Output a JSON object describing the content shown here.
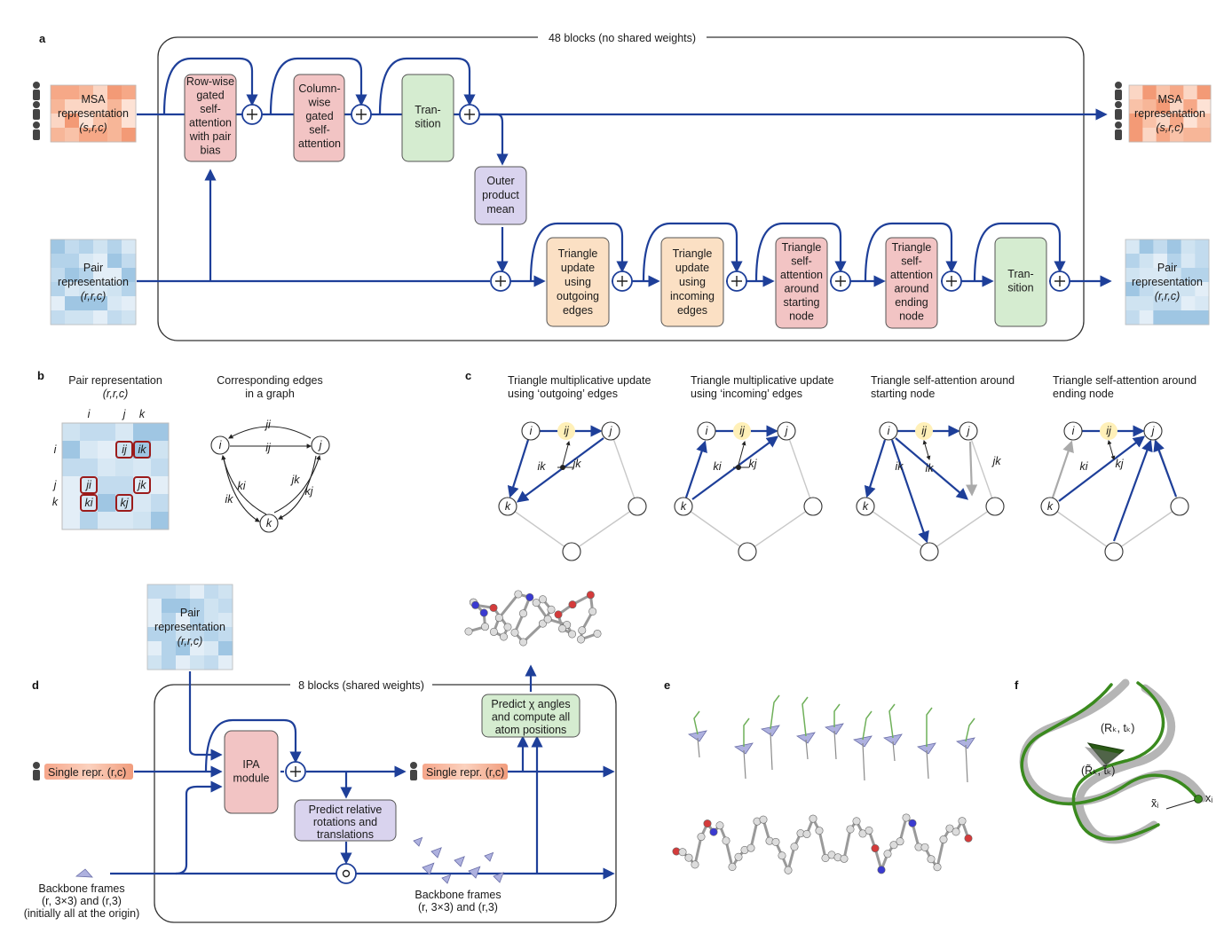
{
  "panels": {
    "a": "a",
    "b": "b",
    "c": "c",
    "d": "d",
    "e": "e",
    "f": "f"
  },
  "panel_a": {
    "block_title": "48 blocks (no shared weights)",
    "msa_in": [
      "MSA",
      "representation",
      "(s,r,c)"
    ],
    "msa_out": [
      "MSA",
      "representation",
      "(s,r,c)"
    ],
    "pair_in": [
      "Pair",
      "representation",
      "(r,r,c)"
    ],
    "pair_out": [
      "Pair",
      "representation",
      "(r,r,c)"
    ],
    "row_attn": [
      "Row-wise",
      "gated",
      "self-",
      "attention",
      "with pair",
      "bias"
    ],
    "col_attn": [
      "Column-",
      "wise",
      "gated",
      "self-",
      "attention"
    ],
    "transition_msa": [
      "Tran-",
      "sition"
    ],
    "outer_product": [
      "Outer",
      "product",
      "mean"
    ],
    "tri_out": [
      "Triangle",
      "update",
      "using",
      "outgoing",
      "edges"
    ],
    "tri_in": [
      "Triangle",
      "update",
      "using",
      "incoming",
      "edges"
    ],
    "tri_att_start": [
      "Triangle",
      "self-",
      "attention",
      "around",
      "starting",
      "node"
    ],
    "tri_att_end": [
      "Triangle",
      "self-",
      "attention",
      "around",
      "ending",
      "node"
    ],
    "transition_pair": [
      "Tran-",
      "sition"
    ]
  },
  "panel_b": {
    "matrix_title": [
      "Pair representation",
      "(r,r,c)"
    ],
    "graph_title": [
      "Corresponding edges",
      "in a graph"
    ],
    "col_labels": [
      "i",
      "j",
      "k"
    ],
    "row_labels": [
      "i",
      "j",
      "k"
    ],
    "cells": [
      "ij",
      "ik",
      "ji",
      "jk",
      "ki",
      "kj"
    ],
    "nodes": [
      "i",
      "j",
      "k"
    ],
    "edges": [
      "ji",
      "ij",
      "ki",
      "ik",
      "jk",
      "kj"
    ]
  },
  "panel_c": {
    "titles": [
      [
        "Triangle multiplicative update",
        "using ‘outgoing’ edges"
      ],
      [
        "Triangle multiplicative update",
        "using ‘incoming’ edges"
      ],
      [
        "Triangle self-attention around",
        "starting node"
      ],
      [
        "Triangle self-attention around",
        "ending node"
      ]
    ],
    "g1": [
      "i",
      "ij",
      "j",
      "ik",
      "jk",
      "k"
    ],
    "g2": [
      "i",
      "ij",
      "j",
      "ki",
      "kj",
      "k"
    ],
    "g3": [
      "i",
      "ij",
      "j",
      "ik",
      "jk",
      "k"
    ],
    "g4": [
      "i",
      "ij",
      "j",
      "ki",
      "kj",
      "k"
    ]
  },
  "panel_d": {
    "block_title": "8 blocks (shared weights)",
    "pair": [
      "Pair",
      "representation",
      "(r,r,c)"
    ],
    "single_in": "Single repr. (r,c)",
    "single_out": "Single repr. (r,c)",
    "ipa": [
      "IPA",
      "module"
    ],
    "predict_rot": [
      "Predict relative",
      "rotations and",
      "translations"
    ],
    "predict_chi": [
      "Predict χ angles",
      "and compute all",
      "atom positions"
    ],
    "bb_in": [
      "Backbone frames",
      "(r, 3×3) and (r,3)",
      "(initially all at the origin)"
    ],
    "bb_out": [
      "Backbone frames",
      "(r, 3×3) and (r,3)"
    ]
  },
  "panel_f": {
    "frame_true": "(Rₖ, tₖ)",
    "frame_pred": "(R̃ₖ, t̃ₖ)",
    "x_pred": "x̃ᵢ",
    "x_true": "xᵢ"
  },
  "colors": {
    "arrow": "#1e3f99",
    "attention": "#f2c4c4",
    "transition": "#d5ecd0",
    "outer": "#d9d3ee",
    "triangle_update": "#fbe0c4",
    "msa": "#f4a27c",
    "pair": "#a9cde6",
    "highlight": "#fff0b8",
    "frame": "#aeb1df",
    "green": "#3a8a1e"
  }
}
